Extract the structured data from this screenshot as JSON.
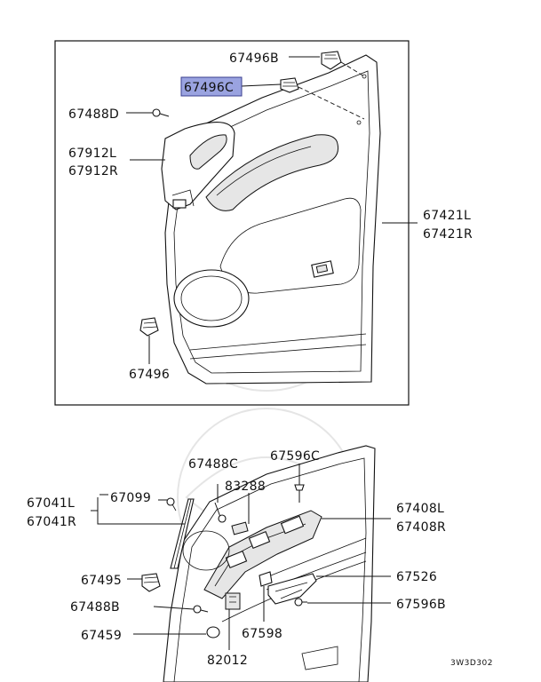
{
  "labels": {
    "p67496B": "67496B",
    "p67496C": "67496C",
    "p67488D": "67488D",
    "p67912L": "67912L",
    "p67912R": "67912R",
    "p67421L": "67421L",
    "p67421R": "67421R",
    "p67496": "67496",
    "p67488C": "67488C",
    "p67596C": "67596C",
    "p83288": "83288",
    "p67041L": "67041L",
    "p67041R": "67041R",
    "p67099": "67099",
    "p67408L": "67408L",
    "p67408R": "67408R",
    "p67495": "67495",
    "p67526": "67526",
    "p67488B": "67488B",
    "p67596B": "67596B",
    "p67459": "67459",
    "p67598": "67598",
    "p82012": "82012",
    "code": "3W3D302"
  },
  "highlight": {
    "label_key": "p67496C",
    "color": "#9aa3e0"
  }
}
